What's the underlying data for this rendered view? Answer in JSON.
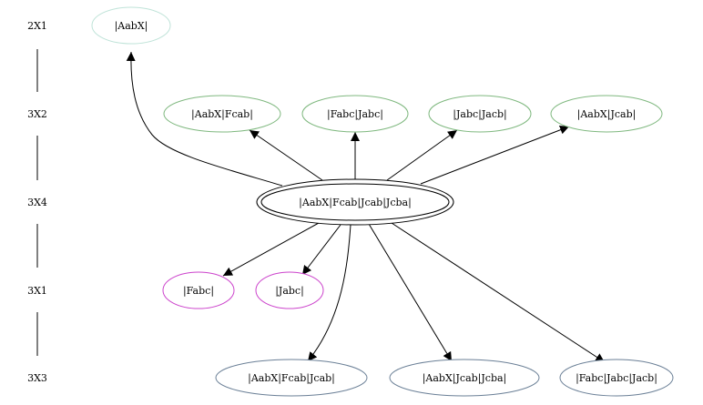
{
  "ranks": [
    {
      "id": "r2x1",
      "label": "2X1"
    },
    {
      "id": "r3x2",
      "label": "3X2"
    },
    {
      "id": "r3x4",
      "label": "3X4"
    },
    {
      "id": "r3x1",
      "label": "3X1"
    },
    {
      "id": "r3x3",
      "label": "3X3"
    }
  ],
  "nodes": {
    "aabx": {
      "label": "|AabX|",
      "color": "#bfe3d8"
    },
    "aabx_fcab": {
      "label": "|AabX|Fcab|",
      "color": "#7fb87f"
    },
    "fabc_jabc": {
      "label": "|Fabc|Jabc|",
      "color": "#7fb87f"
    },
    "jabc_jacb": {
      "label": "|Jabc|Jacb|",
      "color": "#7fb87f"
    },
    "aabx_jcab": {
      "label": "|AabX|Jcab|",
      "color": "#7fb87f"
    },
    "center": {
      "label": "|AabX|Fcab|Jcab|Jcba|",
      "color": "#000000"
    },
    "fabc": {
      "label": "|Fabc|",
      "color": "#cc44cc"
    },
    "jabc": {
      "label": "|Jabc|",
      "color": "#cc44cc"
    },
    "aabx_fcab_jcab": {
      "label": "|AabX|Fcab|Jcab|",
      "color": "#6a7f96"
    },
    "aabx_jcab_jcba": {
      "label": "|AabX|Jcab|Jcba|",
      "color": "#6a7f96"
    },
    "fabc_jabc_jacb": {
      "label": "|Fabc|Jabc|Jacb|",
      "color": "#6a7f96"
    }
  },
  "edges": [
    {
      "from": "center",
      "to": "aabx"
    },
    {
      "from": "center",
      "to": "aabx_fcab"
    },
    {
      "from": "center",
      "to": "fabc_jabc"
    },
    {
      "from": "center",
      "to": "jabc_jacb"
    },
    {
      "from": "center",
      "to": "aabx_jcab"
    },
    {
      "from": "center",
      "to": "fabc"
    },
    {
      "from": "center",
      "to": "jabc"
    },
    {
      "from": "center",
      "to": "aabx_fcab_jcab"
    },
    {
      "from": "center",
      "to": "aabx_jcab_jcba"
    },
    {
      "from": "center",
      "to": "fabc_jabc_jacb"
    }
  ]
}
